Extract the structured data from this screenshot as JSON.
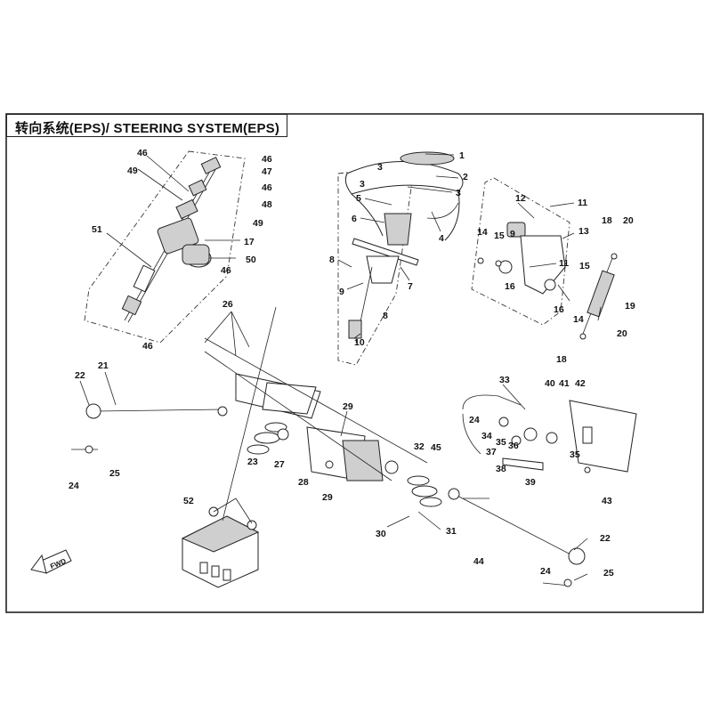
{
  "diagram": {
    "title": "转向系统(EPS)/ STEERING SYSTEM(EPS)",
    "direction_marker": "FWD",
    "callouts": [
      "1",
      "2",
      "3",
      "3",
      "3",
      "4",
      "5",
      "6",
      "7",
      "8",
      "8",
      "9",
      "9",
      "10",
      "11",
      "11",
      "12",
      "13",
      "14",
      "14",
      "15",
      "15",
      "16",
      "16",
      "17",
      "18",
      "18",
      "19",
      "20",
      "20",
      "21",
      "22",
      "22",
      "23",
      "24",
      "24",
      "24",
      "25",
      "25",
      "26",
      "27",
      "28",
      "29",
      "29",
      "30",
      "31",
      "32",
      "33",
      "34",
      "35",
      "35",
      "36",
      "37",
      "38",
      "39",
      "40",
      "41",
      "42",
      "43",
      "44",
      "45",
      "46",
      "46",
      "46",
      "46",
      "46",
      "47",
      "48",
      "49",
      "49",
      "50",
      "51",
      "52"
    ]
  }
}
